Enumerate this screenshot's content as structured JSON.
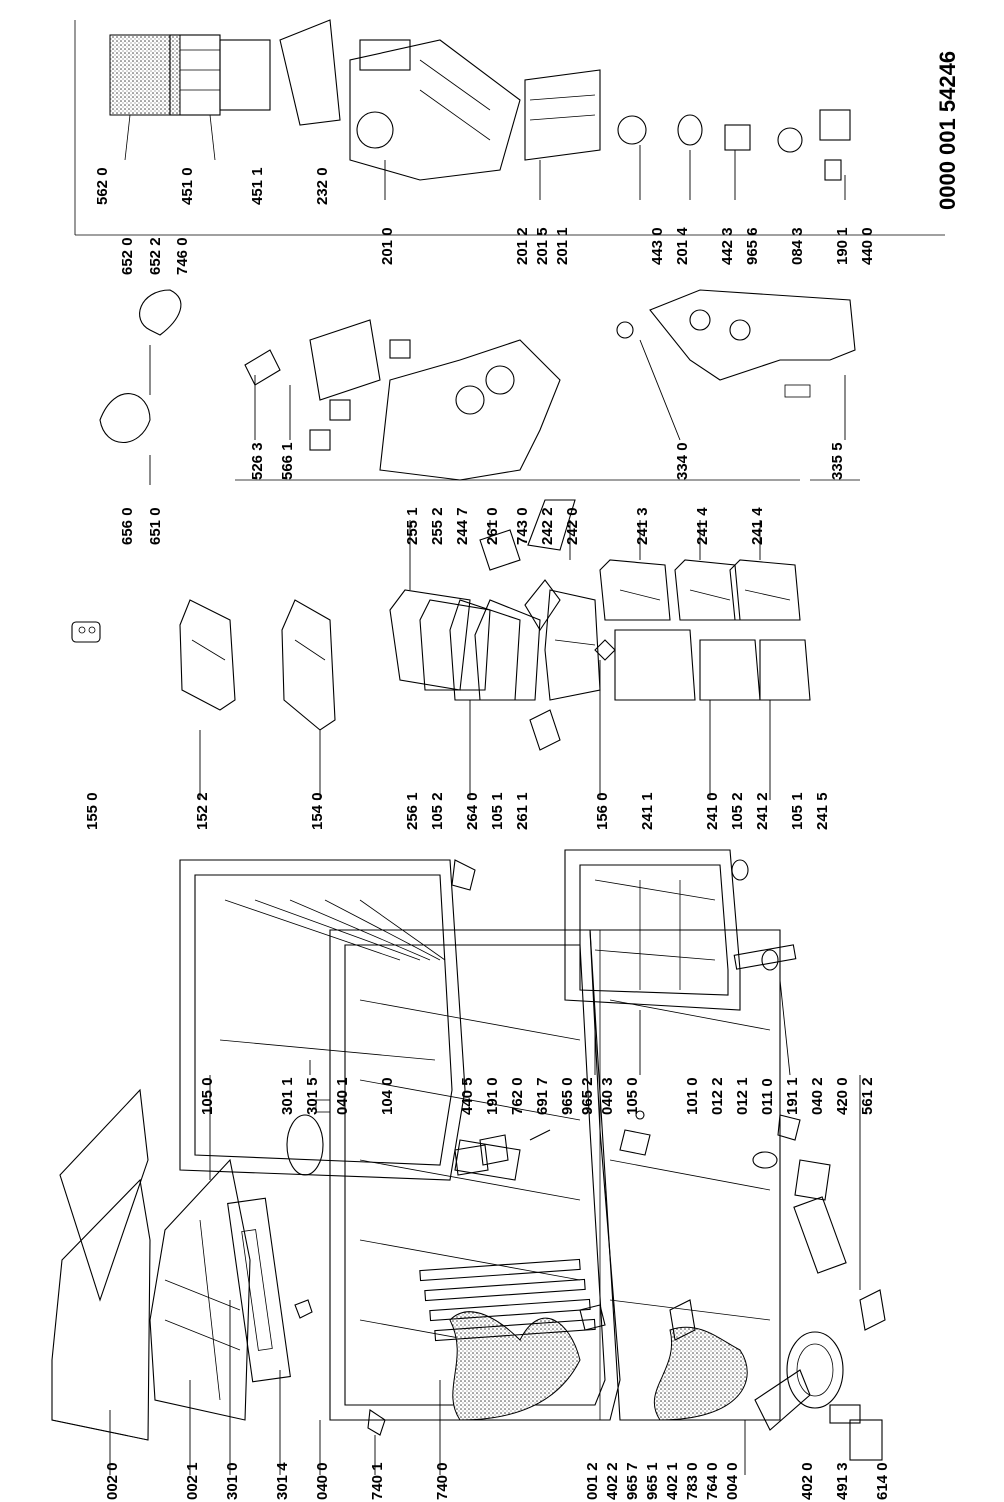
{
  "serial_number": "0000 001 54246",
  "callouts": [
    "002 0",
    "002 1",
    "301 0",
    "301 4",
    "040 0",
    "740 1",
    "740 0",
    "001 2",
    "402 2",
    "965 7",
    "965 1",
    "402 1",
    "783 0",
    "764 0",
    "004 0",
    "402 0",
    "491 3",
    "614 0",
    "301 1",
    "301 5",
    "040 1",
    "440 5",
    "191 0",
    "762 0",
    "691 7",
    "965 0",
    "965 2",
    "040 3",
    "105 0",
    "101 0",
    "012 2",
    "012 1",
    "011 0",
    "191 1",
    "040 2",
    "420 0",
    "561 2",
    "105 0",
    "104 0",
    "155 0",
    "152 2",
    "154 0",
    "256 1",
    "105 2",
    "264 0",
    "105 1",
    "261 1",
    "156 0",
    "241 1",
    "241 0",
    "105 2",
    "241 2",
    "105 1",
    "241 5",
    "255 1",
    "255 2",
    "244 7",
    "261 0",
    "743 0",
    "242 2",
    "242 0",
    "241 3",
    "241 4",
    "241 4",
    "656 0",
    "651 0",
    "652 0",
    "652 2",
    "746 0",
    "526 3",
    "566 1",
    "334 0",
    "335 5",
    "562 0",
    "451 0",
    "451 1",
    "232 0",
    "201 0",
    "201 2",
    "201 5",
    "201 1",
    "443 0",
    "201 4",
    "442 3",
    "965 6",
    "084 3",
    "190 1",
    "440 0"
  ]
}
